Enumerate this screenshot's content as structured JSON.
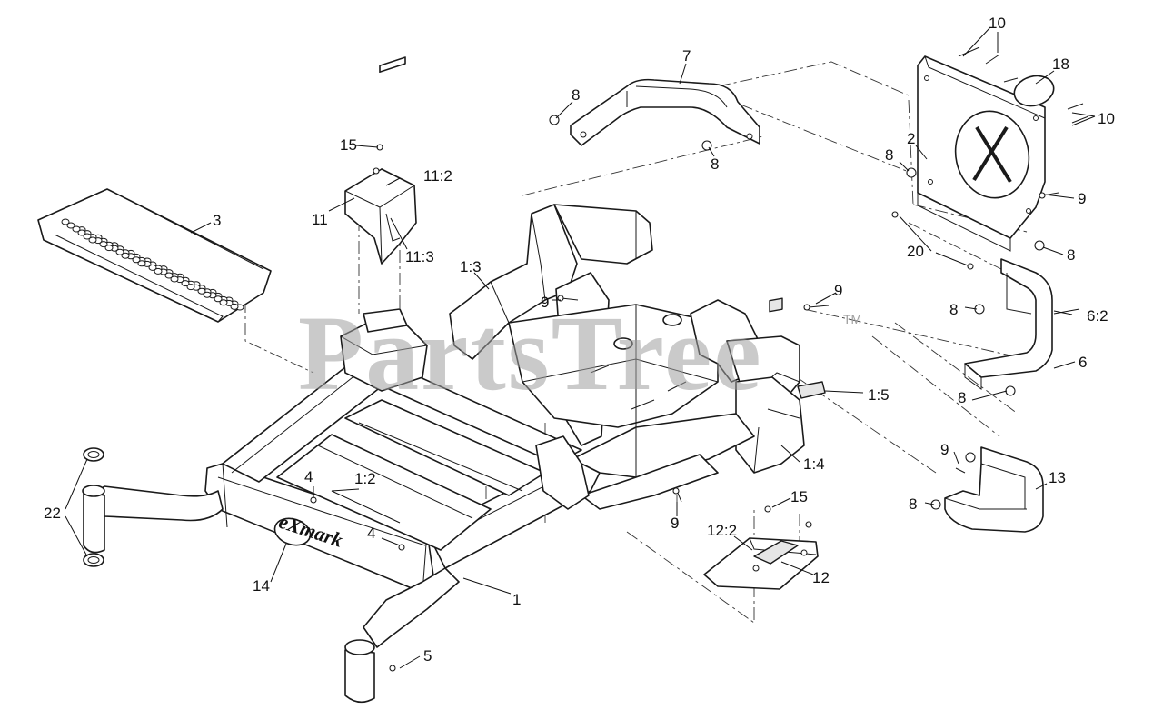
{
  "watermark": {
    "text": "PartsTree",
    "tm": "TM"
  },
  "brand_logo": "eXmark",
  "callouts": [
    {
      "id": "c-10a",
      "label": "10"
    },
    {
      "id": "c-18",
      "label": "18"
    },
    {
      "id": "c-10b",
      "label": "10"
    },
    {
      "id": "c-7",
      "label": "7"
    },
    {
      "id": "c-8a",
      "label": "8"
    },
    {
      "id": "c-8b",
      "label": "8"
    },
    {
      "id": "c-15a",
      "label": "15"
    },
    {
      "id": "c-11-2",
      "label": "11:2"
    },
    {
      "id": "c-11",
      "label": "11"
    },
    {
      "id": "c-11-3",
      "label": "11:3"
    },
    {
      "id": "c-3",
      "label": "3"
    },
    {
      "id": "c-2",
      "label": "2"
    },
    {
      "id": "c-8c",
      "label": "8"
    },
    {
      "id": "c-9a",
      "label": "9"
    },
    {
      "id": "c-8d",
      "label": "8"
    },
    {
      "id": "c-20",
      "label": "20"
    },
    {
      "id": "c-1-3",
      "label": "1:3"
    },
    {
      "id": "c-9b",
      "label": "9"
    },
    {
      "id": "c-8e",
      "label": "8"
    },
    {
      "id": "c-6-2",
      "label": "6:2"
    },
    {
      "id": "c-6",
      "label": "6"
    },
    {
      "id": "c-9c",
      "label": "9"
    },
    {
      "id": "c-1-5",
      "label": "1:5"
    },
    {
      "id": "c-8f",
      "label": "8"
    },
    {
      "id": "c-9d",
      "label": "9"
    },
    {
      "id": "c-1-4",
      "label": "1:4"
    },
    {
      "id": "c-13",
      "label": "13"
    },
    {
      "id": "c-8g",
      "label": "8"
    },
    {
      "id": "c-15b",
      "label": "15"
    },
    {
      "id": "c-4a",
      "label": "4"
    },
    {
      "id": "c-1-2",
      "label": "1:2"
    },
    {
      "id": "c-22",
      "label": "22"
    },
    {
      "id": "c-9e",
      "label": "9"
    },
    {
      "id": "c-12-2",
      "label": "12:2"
    },
    {
      "id": "c-4b",
      "label": "4"
    },
    {
      "id": "c-14",
      "label": "14"
    },
    {
      "id": "c-12",
      "label": "12"
    },
    {
      "id": "c-1",
      "label": "1"
    },
    {
      "id": "c-5",
      "label": "5"
    }
  ]
}
